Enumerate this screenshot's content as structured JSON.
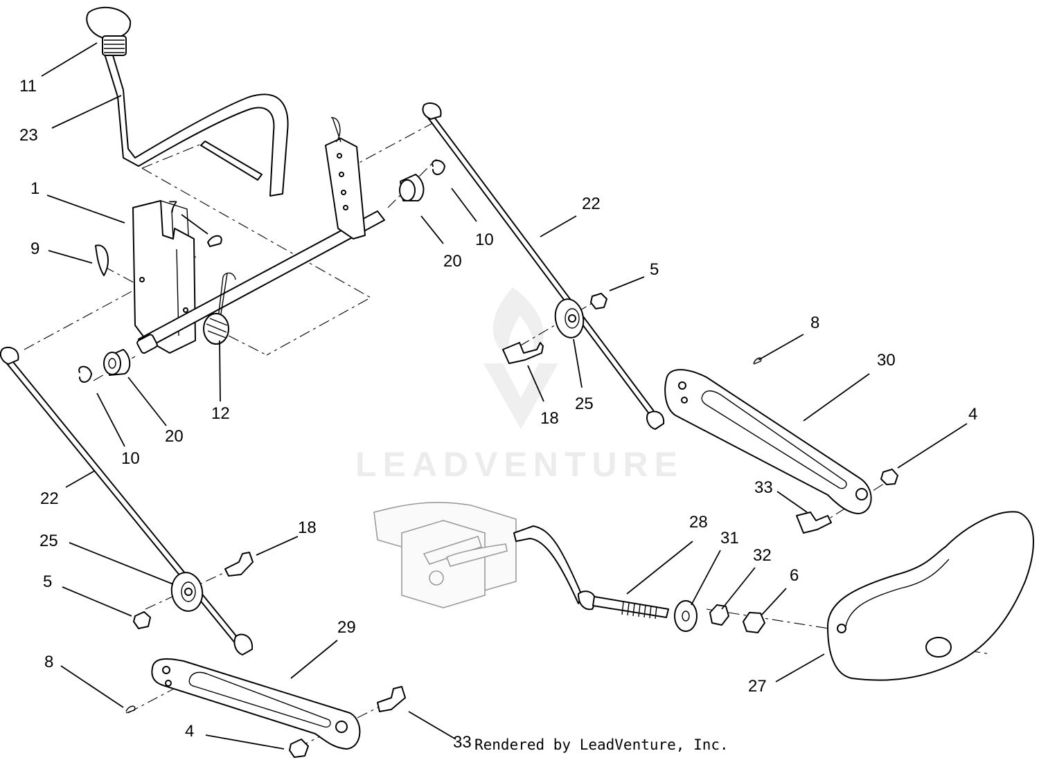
{
  "diagram": {
    "watermark": "LEADVENTURE",
    "credit": "Rendered by LeadVenture, Inc.",
    "callouts": [
      {
        "id": "c11",
        "label": "11"
      },
      {
        "id": "c23",
        "label": "23"
      },
      {
        "id": "c1",
        "label": "1"
      },
      {
        "id": "c7",
        "label": "7"
      },
      {
        "id": "c9",
        "label": "9"
      },
      {
        "id": "c20a",
        "label": "20"
      },
      {
        "id": "c10a",
        "label": "10"
      },
      {
        "id": "c22a",
        "label": "22"
      },
      {
        "id": "c5a",
        "label": "5"
      },
      {
        "id": "c8a",
        "label": "8"
      },
      {
        "id": "c30",
        "label": "30"
      },
      {
        "id": "c18a",
        "label": "18"
      },
      {
        "id": "c25a",
        "label": "25"
      },
      {
        "id": "c12",
        "label": "12"
      },
      {
        "id": "c20b",
        "label": "20"
      },
      {
        "id": "c10b",
        "label": "10"
      },
      {
        "id": "c4a",
        "label": "4"
      },
      {
        "id": "c33a",
        "label": "33"
      },
      {
        "id": "c22b",
        "label": "22"
      },
      {
        "id": "c18b",
        "label": "18"
      },
      {
        "id": "c25b",
        "label": "25"
      },
      {
        "id": "c28",
        "label": "28"
      },
      {
        "id": "c31",
        "label": "31"
      },
      {
        "id": "c32",
        "label": "32"
      },
      {
        "id": "c6",
        "label": "6"
      },
      {
        "id": "c5b",
        "label": "5"
      },
      {
        "id": "c29",
        "label": "29"
      },
      {
        "id": "c8b",
        "label": "8"
      },
      {
        "id": "c27",
        "label": "27"
      },
      {
        "id": "c4b",
        "label": "4"
      },
      {
        "id": "c33b",
        "label": "33"
      }
    ]
  }
}
